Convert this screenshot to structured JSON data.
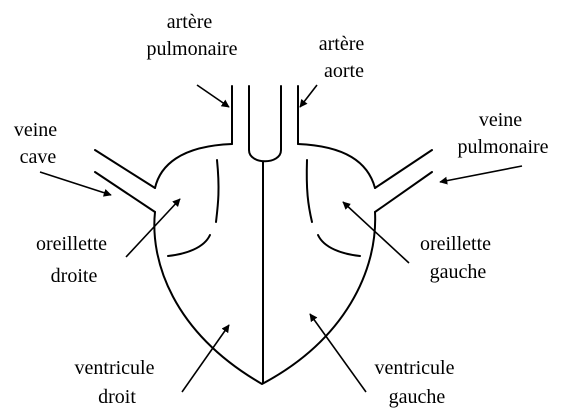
{
  "labels": {
    "artere_pulmonaire": [
      "artère",
      "pulmonaire"
    ],
    "artere_aorte": [
      "artère",
      "aorte"
    ],
    "veine_cave": [
      "veine",
      "cave"
    ],
    "veine_pulmonaire": [
      "veine",
      "pulmonaire"
    ],
    "oreillette_droite": [
      "oreillette",
      "droite"
    ],
    "oreillette_gauche": [
      "oreillette",
      "gauche"
    ],
    "ventricule_droit": [
      "ventricule",
      "droit"
    ],
    "ventricule_gauche": [
      "ventricule",
      "gauche"
    ]
  }
}
